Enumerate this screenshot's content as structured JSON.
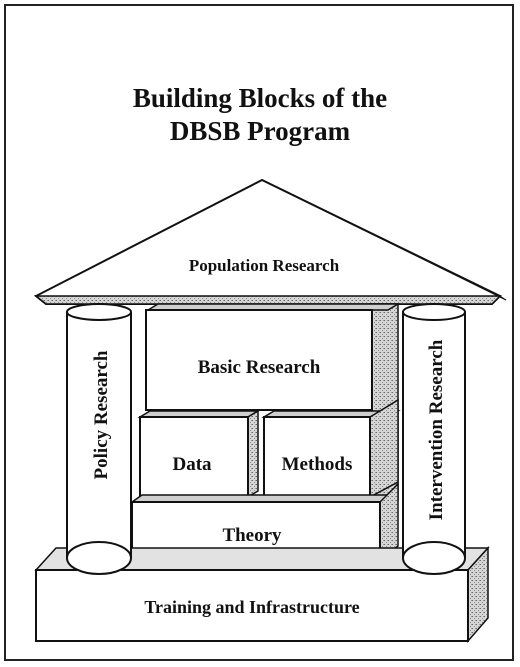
{
  "title": {
    "line1": "Building Blocks of the",
    "line2": "DBSB Program"
  },
  "blocks": {
    "roof": "Population Research",
    "left_pillar": "Policy Research",
    "right_pillar": "Intervention Research",
    "basic": "Basic Research",
    "data": "Data",
    "methods": "Methods",
    "theory": "Theory",
    "base": "Training and Infrastructure"
  },
  "colors": {
    "outline": "#111111",
    "fill": "#ffffff",
    "shade": "#bdbdbd"
  }
}
